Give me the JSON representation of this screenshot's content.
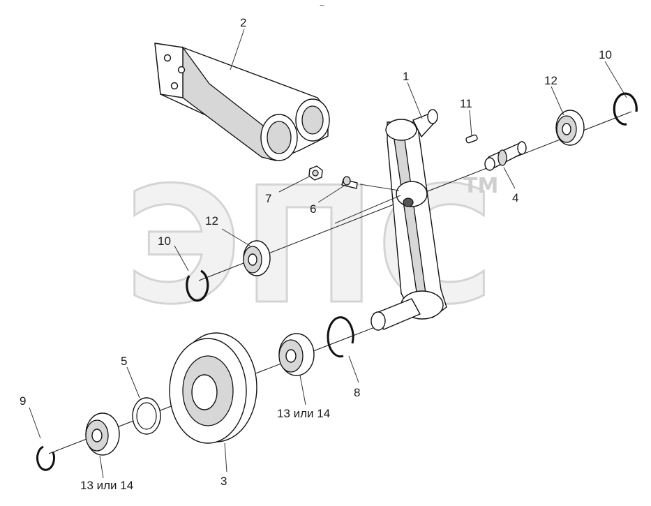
{
  "watermark": {
    "text": "ЭПС",
    "trademark": "TM"
  },
  "header_mark": "~",
  "callouts": {
    "c1": "1",
    "c2": "2",
    "c3": "3",
    "c4": "4",
    "c5": "5",
    "c6": "6",
    "c7": "7",
    "c8": "8",
    "c9": "9",
    "c10a": "10",
    "c10b": "10",
    "c11": "11",
    "c12a": "12",
    "c12b": "12",
    "c1314a": "13 или 14",
    "c1314b": "13 или 14"
  }
}
